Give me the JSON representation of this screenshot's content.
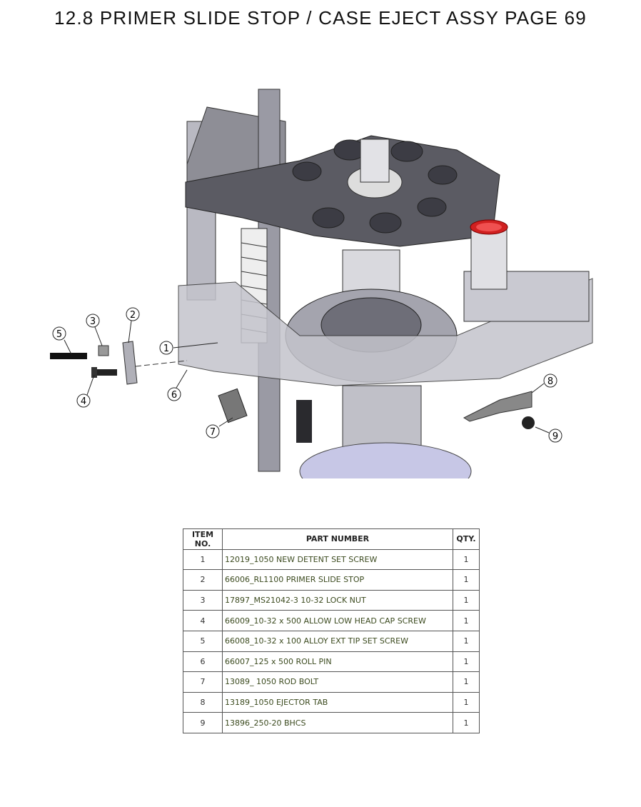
{
  "title": "12.8 PRIMER SLIDE STOP  / CASE EJECT ASSY PAGE 69",
  "callouts": [
    "1",
    "2",
    "3",
    "4",
    "5",
    "6",
    "7",
    "8",
    "9"
  ],
  "table": {
    "headers": [
      "ITEM NO.",
      "PART NUMBER",
      "QTY."
    ],
    "rows": [
      {
        "item": "1",
        "part": "12019_1050 NEW DETENT SET SCREW",
        "qty": "1"
      },
      {
        "item": "2",
        "part": "66006_RL1100 PRIMER SLIDE STOP",
        "qty": "1"
      },
      {
        "item": "3",
        "part": "17897_MS21042-3 10-32 LOCK NUT",
        "qty": "1"
      },
      {
        "item": "4",
        "part": "66009_10-32 x 500 ALLOW LOW HEAD CAP SCREW",
        "qty": "1"
      },
      {
        "item": "5",
        "part": "66008_10-32 x 100 ALLOY EXT TIP SET SCREW",
        "qty": "1"
      },
      {
        "item": "6",
        "part": "66007_125 x 500 ROLL PIN",
        "qty": "1"
      },
      {
        "item": "7",
        "part": "13089_ 1050 ROD BOLT",
        "qty": "1"
      },
      {
        "item": "8",
        "part": "13189_1050 EJECTOR TAB",
        "qty": "1"
      },
      {
        "item": "9",
        "part": "13896_250-20 BHCS",
        "qty": "1"
      }
    ]
  }
}
